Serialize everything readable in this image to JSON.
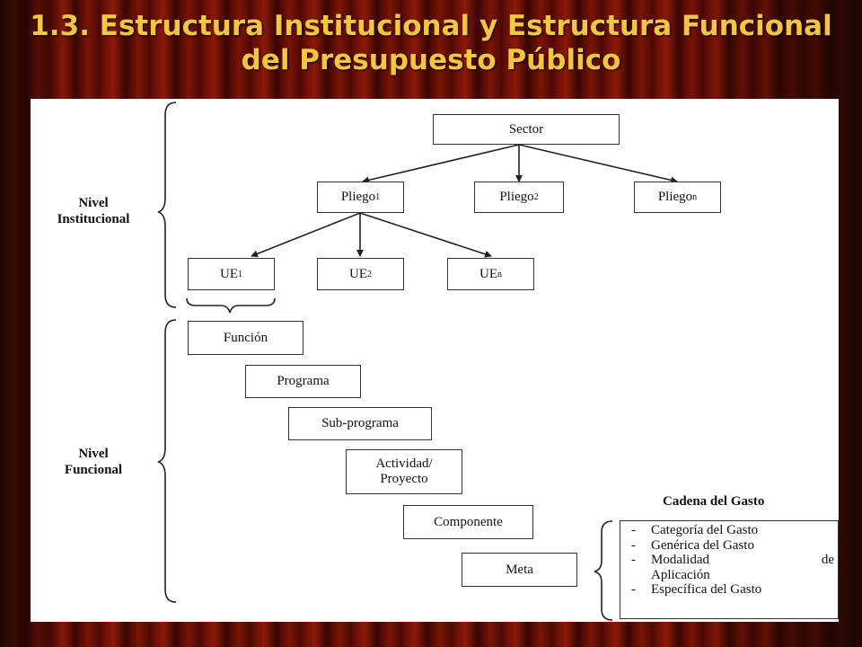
{
  "title_line1": "1.3. Estructura Institucional y Estructura Funcional",
  "title_line2": "del Presupuesto Público",
  "nivel_institucional": [
    "Nivel",
    "Institucional"
  ],
  "nivel_funcional": [
    "Nivel",
    "Funcional"
  ],
  "sector": "Sector",
  "pliegos": [
    {
      "base": "Pliego",
      "sub": "1"
    },
    {
      "base": "Pliego",
      "sub": "2"
    },
    {
      "base": "Pliego",
      "sub": "n"
    }
  ],
  "ues": [
    {
      "base": "UE",
      "sub": "1"
    },
    {
      "base": "UE",
      "sub": "2"
    },
    {
      "base": "UE",
      "sub": "n"
    }
  ],
  "funcional": {
    "funcion": "Función",
    "programa": "Programa",
    "subprograma": "Sub-programa",
    "actividad_l1": "Actividad/",
    "actividad_l2": "Proyecto",
    "componente": "Componente",
    "meta": "Meta"
  },
  "cadena": {
    "title": "Cadena del Gasto",
    "dash": "-",
    "items": [
      "Categoría del Gasto",
      "Genérica del Gasto",
      "Modalidad",
      "Específica del Gasto"
    ],
    "modalidad_de": "de",
    "modalidad_l2": "Aplicación"
  }
}
